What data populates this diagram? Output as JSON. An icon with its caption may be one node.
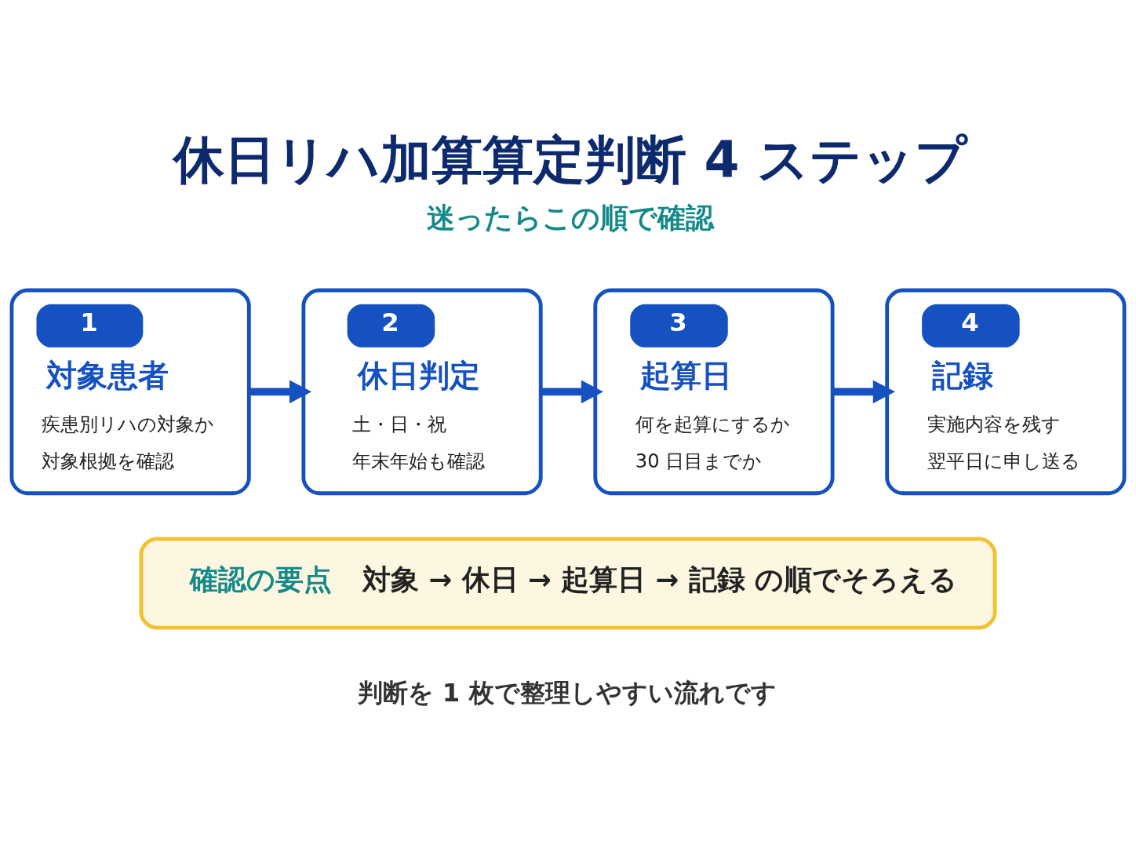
{
  "diagram": {
    "title": "休日リハ加算算定判断 4 ステップ",
    "nodes": [
      {
        "text": [
          "1",
          "対象患者",
          "疾患別リハの対象か",
          "対象根拠を確認"
        ]
      },
      {
        "text": [
          "2",
          "休日判定",
          "土・日・祝",
          "年末年始も確認"
        ]
      },
      {
        "text": [
          "3",
          "起算日",
          "何を起算にするか",
          "30 日目までか"
        ]
      },
      {
        "text": [
          "4",
          "記録",
          "実施内容を残す",
          "翌平日に申し送る"
        ]
      },
      {
        "text": [
          "確認の要点",
          "対象 → 休日 → 起算日 → 記録 の順でそろえる"
        ]
      }
    ],
    "edges": [
      {
        "from": 0,
        "to": 1,
        "arrow": "to"
      },
      {
        "from": 1,
        "to": 2,
        "arrow": "to"
      },
      {
        "from": 2,
        "to": 3,
        "arrow": "to"
      }
    ],
    "labels": [
      "迷ったらこの順で確認",
      "判断を 1 枚で整理しやすい流れです"
    ]
  }
}
